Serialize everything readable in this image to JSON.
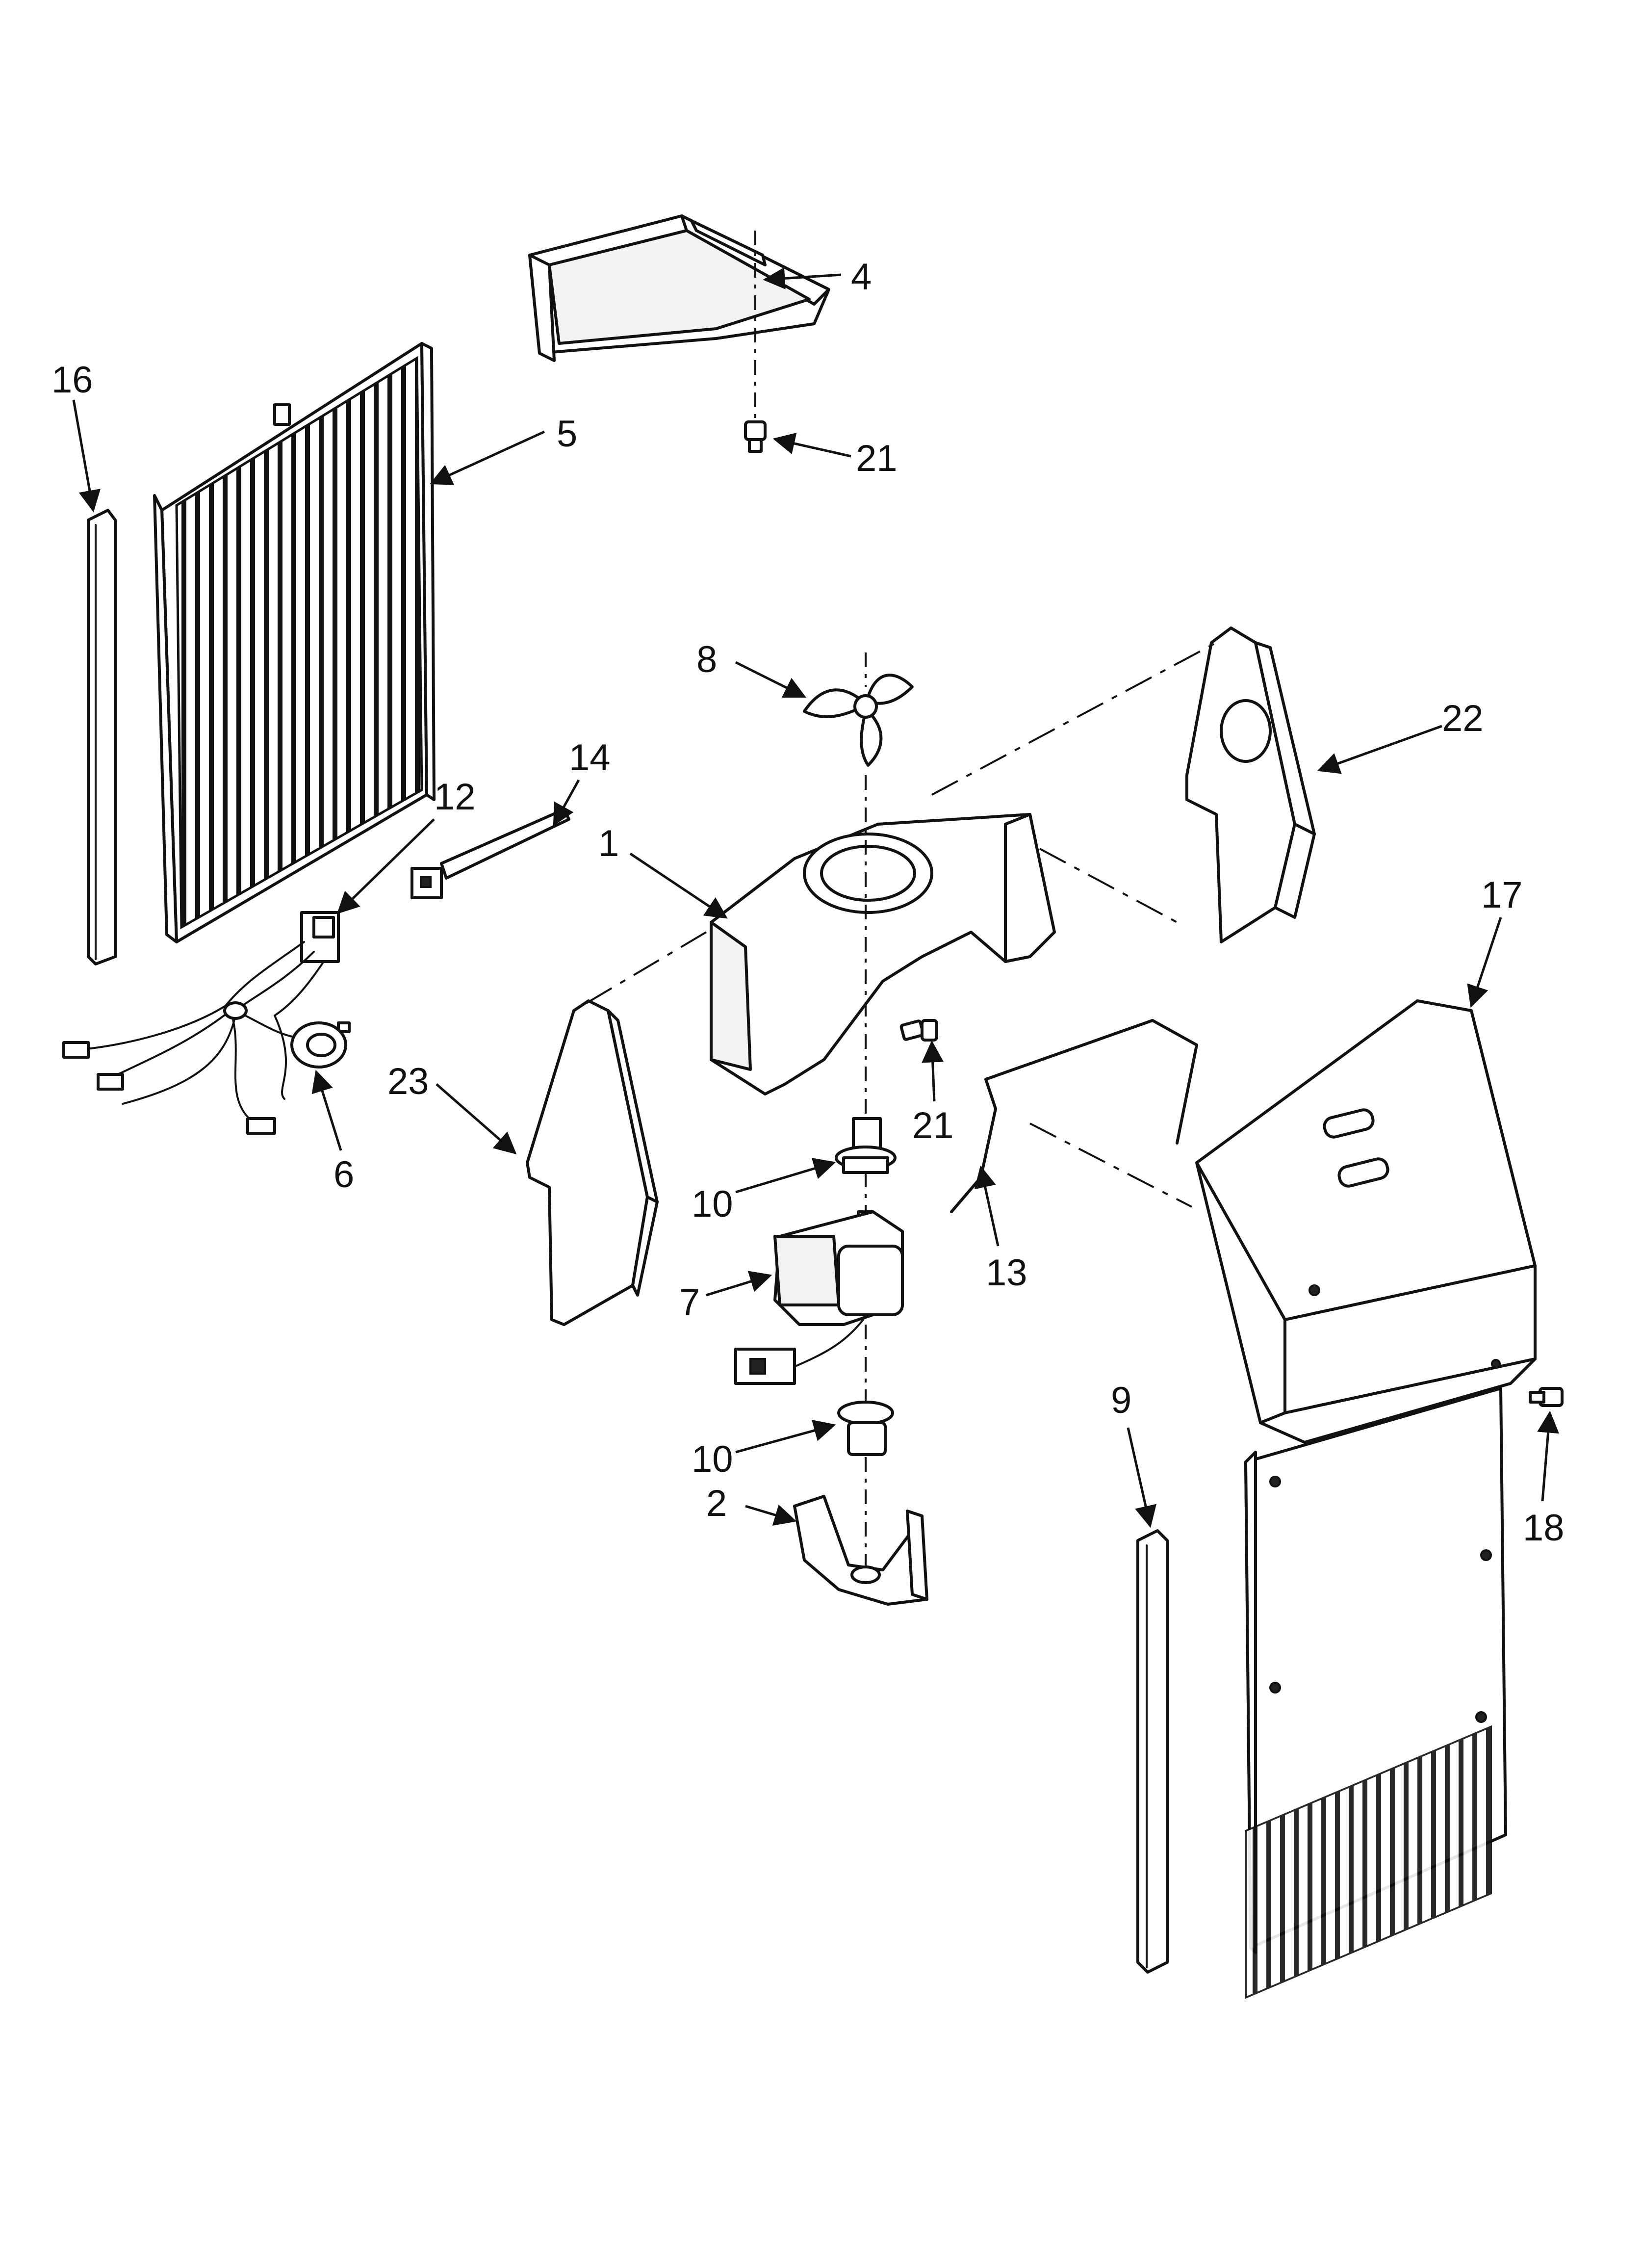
{
  "callouts": [
    {
      "id": "16",
      "label": "16"
    },
    {
      "id": "5",
      "label": "5"
    },
    {
      "id": "4",
      "label": "4"
    },
    {
      "id": "21a",
      "label": "21"
    },
    {
      "id": "8",
      "label": "8"
    },
    {
      "id": "22",
      "label": "22"
    },
    {
      "id": "14",
      "label": "14"
    },
    {
      "id": "12",
      "label": "12"
    },
    {
      "id": "1",
      "label": "1"
    },
    {
      "id": "17",
      "label": "17"
    },
    {
      "id": "23",
      "label": "23"
    },
    {
      "id": "6",
      "label": "6"
    },
    {
      "id": "21b",
      "label": "21"
    },
    {
      "id": "10a",
      "label": "10"
    },
    {
      "id": "13",
      "label": "13"
    },
    {
      "id": "7",
      "label": "7"
    },
    {
      "id": "9",
      "label": "9"
    },
    {
      "id": "18",
      "label": "18"
    },
    {
      "id": "10b",
      "label": "10"
    },
    {
      "id": "2",
      "label": "2"
    }
  ]
}
